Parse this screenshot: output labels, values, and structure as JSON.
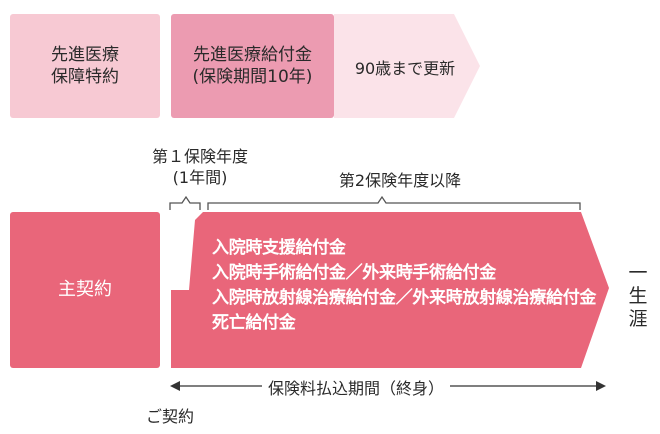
{
  "rider": {
    "line1": "先進医療",
    "line2": "保障特約"
  },
  "benefit": {
    "line1": "先進医療給付金",
    "line2": "(保険期間10年)"
  },
  "renewal": {
    "label": "90歳まで更新"
  },
  "first_year": {
    "line1": "第１保険年度",
    "line2": "(1年間)"
  },
  "second_year": {
    "label": "第2保険年度以降"
  },
  "main_contract": {
    "label": "主契約"
  },
  "benefits": [
    "入院時支援給付金",
    "入院時手術給付金／外来時手術給付金",
    "入院時放射線治療給付金／外来時放射線治療給付金",
    "死亡給付金"
  ],
  "lifetime": {
    "chars": [
      "一",
      "生",
      "涯"
    ]
  },
  "payment_period": {
    "label": "保険料払込期間（終身）"
  },
  "contract_start": {
    "label": "ご契約"
  },
  "colors": {
    "rider": "#f7c9d3",
    "benefit": "#ec9bb1",
    "renewal_arrow": "#fbe3e9",
    "main": "#e9667a"
  }
}
